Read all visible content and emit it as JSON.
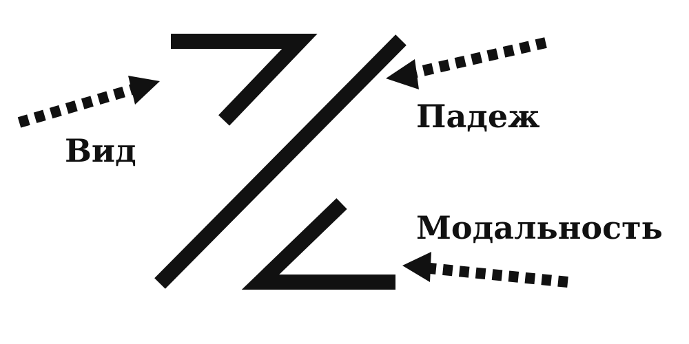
{
  "labels": {
    "aspect": "Вид",
    "case": "Падеж",
    "modality": "Модальность"
  },
  "colors": {
    "stroke": "#111111",
    "background": "#ffffff"
  }
}
